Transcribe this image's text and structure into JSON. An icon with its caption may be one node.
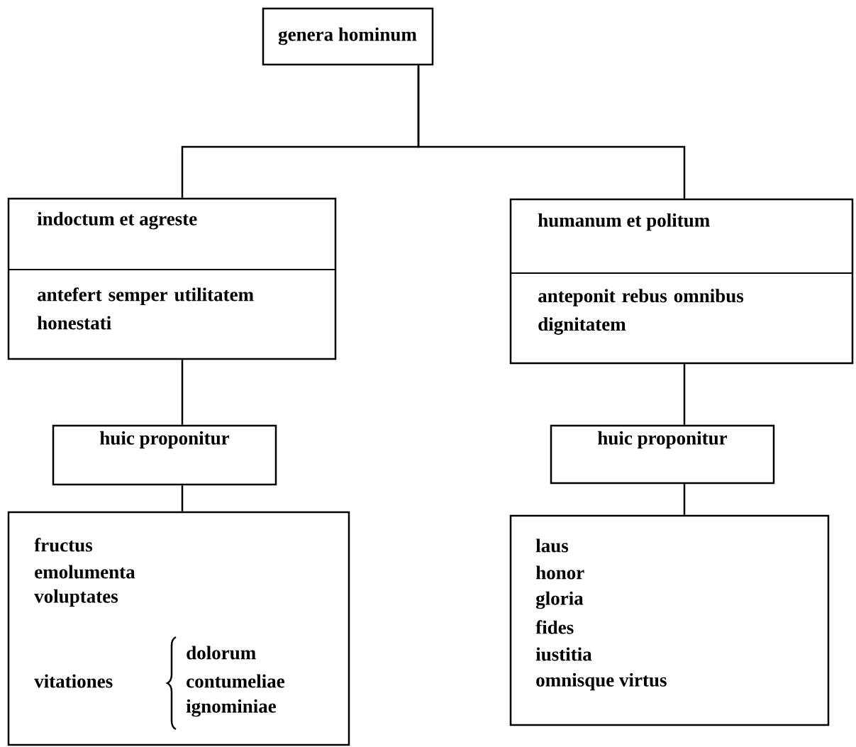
{
  "diagram": {
    "nodes": [
      {
        "text": [
          "genera hominum"
        ]
      },
      {
        "text": [
          "indoctum et agreste",
          "antefert semper utilitatem honestati"
        ]
      },
      {
        "text": [
          "humanum et politum",
          "anteponit rebus omnibus dignitatem"
        ]
      },
      {
        "text": [
          "huic proponitur"
        ]
      },
      {
        "text": [
          "huic proponitur"
        ]
      },
      {
        "text": [
          "fructus",
          "emolumenta",
          "voluptates",
          "vitationes",
          "dolorum",
          "contumeliae",
          "ignominiae"
        ]
      },
      {
        "text": [
          "laus",
          "honor",
          "gloria",
          "fides",
          "iustitia",
          "omnisque virtus"
        ]
      }
    ],
    "edges": [
      {
        "from": 0,
        "to": 1,
        "arrow": "none"
      },
      {
        "from": 0,
        "to": 2,
        "arrow": "none"
      },
      {
        "from": 1,
        "to": 3,
        "arrow": "none"
      },
      {
        "from": 2,
        "to": 4,
        "arrow": "none"
      },
      {
        "from": 3,
        "to": 5,
        "arrow": "none"
      },
      {
        "from": 4,
        "to": 6,
        "arrow": "none"
      }
    ]
  }
}
